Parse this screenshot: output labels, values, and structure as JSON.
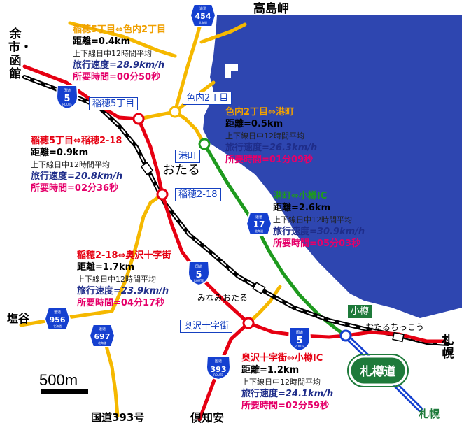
{
  "map": {
    "colors": {
      "sea": "#2e46b0",
      "route5": "#e60012",
      "route5_west": "#e60012",
      "route393": "#e60012",
      "yellow_roads": "#f5b800",
      "route17": "#1e9a1e",
      "rail": "#000000",
      "expressway": "#1540d0",
      "interval_title_red": "#e60012",
      "interval_title_yellow": "#f0a000",
      "interval_title_green": "#1e9a1e",
      "speed_text": "#1f2d8a",
      "time_text": "#e5006a",
      "point_label": "#1540c0",
      "expressway_badge": "#1e7a3a"
    },
    "places": {
      "takashima": "高島岬",
      "yoichi": "余市・函館",
      "shioya": "塩谷",
      "otaru": "おたる",
      "minami_otaru": "みなみおたる",
      "otaru_chikko": "おたるちっこう",
      "otaru_ic_label": "小樽",
      "kutchan": "倶知安",
      "route393_name": "国道393号",
      "sapporo_rail": "札幌",
      "sapporo_exp": "札幌"
    },
    "points": {
      "inaho5": "稲穂5丁目",
      "ironai2": "色内2丁目",
      "minatomachi": "港町",
      "inaho218": "稲穂2-18",
      "okusawa": "奥沢十字街"
    },
    "route_shields": {
      "r5_nw": {
        "number": "5",
        "top": "国道",
        "bottom": "ROUTE"
      },
      "r5_mid": {
        "number": "5",
        "top": "国道",
        "bottom": "ROUTE"
      },
      "r5_se": {
        "number": "5",
        "top": "国道",
        "bottom": "ROUTE"
      },
      "r393": {
        "number": "393",
        "top": "国道",
        "bottom": "ROUTE"
      },
      "r454": {
        "number": "454",
        "top": "道道",
        "bottom": "北海道"
      },
      "r17": {
        "number": "17",
        "top": "道道",
        "bottom": "北海道"
      },
      "r956": {
        "number": "956",
        "top": "道道",
        "bottom": "北海道"
      },
      "r697": {
        "number": "697",
        "top": "道道",
        "bottom": "北海道"
      }
    },
    "expressway": "札樽道",
    "scale": "500m",
    "note_avg": "上下線日中12時間平均",
    "speed_label": "旅行速度=",
    "intervals": [
      {
        "title": "稲穂5丁目⇔色内2丁目",
        "distance": "距離=0.4km",
        "speed": "28.9km/h",
        "time": "所要時間=00分50秒",
        "color": "#f0a000"
      },
      {
        "title": "色内2丁目⇔港町",
        "distance": "距離=0.5km",
        "speed": "26.3km/h",
        "time": "所要時間=01分09秒",
        "color": "#f0a000"
      },
      {
        "title": "稲穂5丁目⇔稲穂2-18",
        "distance": "距離=0.9km",
        "speed": "20.8km/h",
        "time": "所要時間=02分36秒",
        "color": "#e60012"
      },
      {
        "title": "港町⇔小樽IC",
        "distance": "距離=2.6km",
        "speed": "30.9km/h",
        "time": "所要時間=05分03秒",
        "color": "#1e9a1e"
      },
      {
        "title": "稲穂2-18⇔奥沢十字街",
        "distance": "距離=1.7km",
        "speed": "23.9km/h",
        "time": "所要時間=04分17秒",
        "color": "#e60012"
      },
      {
        "title": "奥沢十字街⇔小樽IC",
        "distance": "距離=1.2km",
        "speed": "24.1km/h",
        "time": "所要時間=02分59秒",
        "color": "#e60012"
      }
    ]
  }
}
